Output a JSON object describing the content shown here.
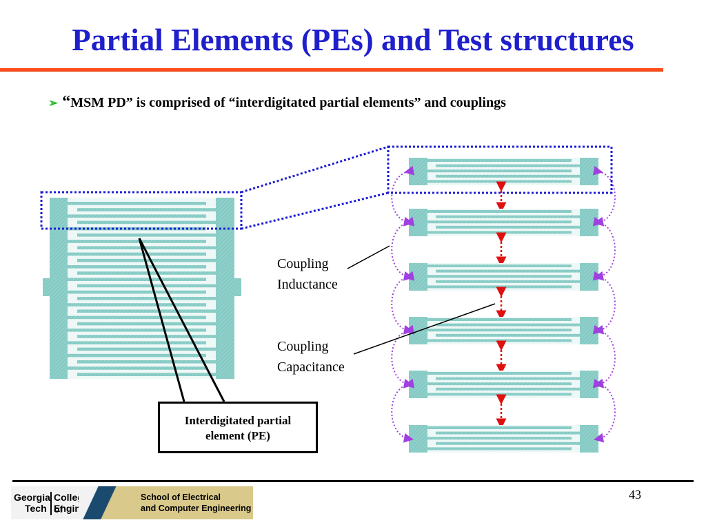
{
  "title": "Partial Elements (PEs) and Test structures",
  "bullet": {
    "open_quote": "“",
    "text": "MSM PD” is comprised of  “interdigitated partial elements” and couplings"
  },
  "labels": {
    "coupling_inductance_1": "Coupling",
    "coupling_inductance_2": "Inductance",
    "coupling_capacitance_1": "Coupling",
    "coupling_capacitance_2": "Capacitance",
    "pe_box_1": "Interdigitated partial",
    "pe_box_2": "element (PE)"
  },
  "footer": {
    "page_number": "43",
    "logo": {
      "georgia": "Georgia",
      "tech": "Tech",
      "college_1": "College of",
      "college_2": "Engineering",
      "school_1": "School of Electrical",
      "school_2": "and Computer Engineering"
    }
  },
  "colors": {
    "title": "#1f1fcc",
    "rule": "#ff4a1a",
    "electrode": "#8ecfc9",
    "selection_box": "#1c1cd4",
    "capacitance_arrow": "#e01010",
    "inductance_arrow": "#a040e0"
  },
  "icons": {
    "bullet": "green-arrowhead-icon"
  }
}
